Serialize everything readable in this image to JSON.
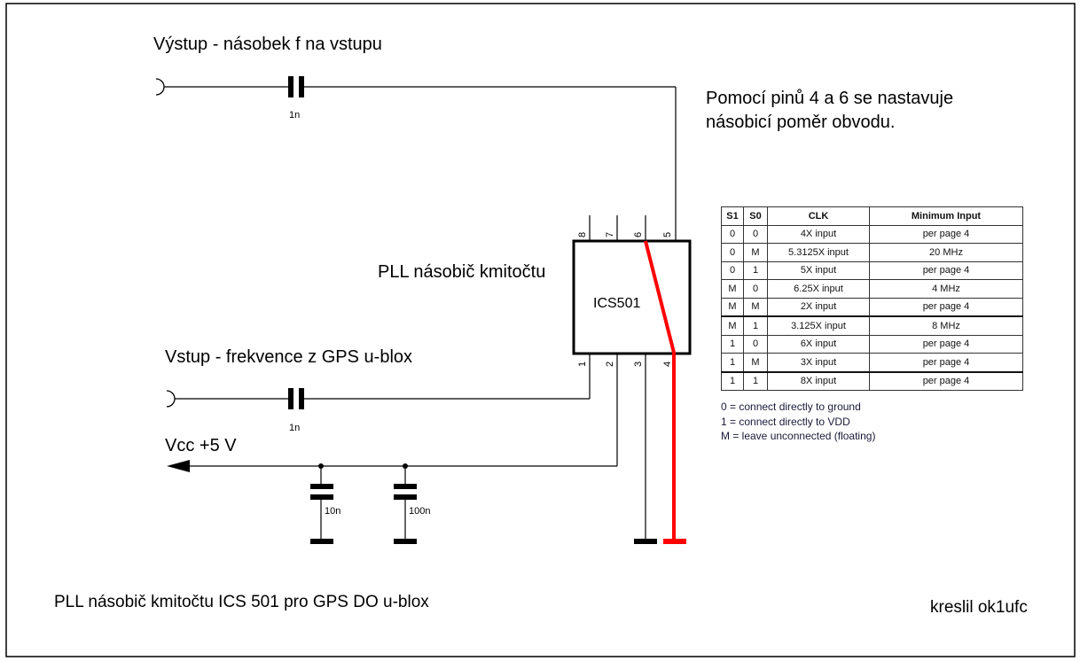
{
  "labels": {
    "output_title": "Výstup - násobek f na vstupu",
    "input_title": "Vstup - frekvence z GPS u-blox",
    "vcc": "Vcc +5 V",
    "pll_label": "PLL násobič kmitočtu",
    "chip_name": "ICS501",
    "note_line1": "Pomocí pinů 4 a 6 se nastavuje",
    "note_line2": "násobicí poměr obvodu.",
    "caption": "PLL násobič kmitočtu ICS 501 pro GPS DO u-blox",
    "author": "kreslil ok1ufc"
  },
  "components": {
    "c_out": "1n",
    "c_in": "1n",
    "c_dec1": "10n",
    "c_dec2": "100n"
  },
  "pins": {
    "top": [
      "8",
      "7",
      "6",
      "5"
    ],
    "bottom": [
      "1",
      "2",
      "3",
      "4"
    ]
  },
  "colors": {
    "wire": "#000000",
    "highlight": "#ff0000"
  },
  "table": {
    "headers": [
      "S1",
      "S0",
      "CLK",
      "Minimum Input"
    ],
    "rows": [
      [
        "0",
        "0",
        "4X input",
        "per page 4"
      ],
      [
        "0",
        "M",
        "5.3125X input",
        "20 MHz"
      ],
      [
        "0",
        "1",
        "5X input",
        "per page 4"
      ],
      [
        "M",
        "0",
        "6.25X input",
        "4 MHz"
      ],
      [
        "M",
        "M",
        "2X input",
        "per page 4"
      ],
      [
        "M",
        "1",
        "3.125X input",
        "8 MHz"
      ],
      [
        "1",
        "0",
        "6X input",
        "per page 4"
      ],
      [
        "1",
        "M",
        "3X input",
        "per page 4"
      ],
      [
        "1",
        "1",
        "8X input",
        "per page 4"
      ]
    ],
    "legend": [
      "0 = connect directly to ground",
      "1 = connect directly to VDD",
      "M = leave unconnected (floating)"
    ]
  }
}
